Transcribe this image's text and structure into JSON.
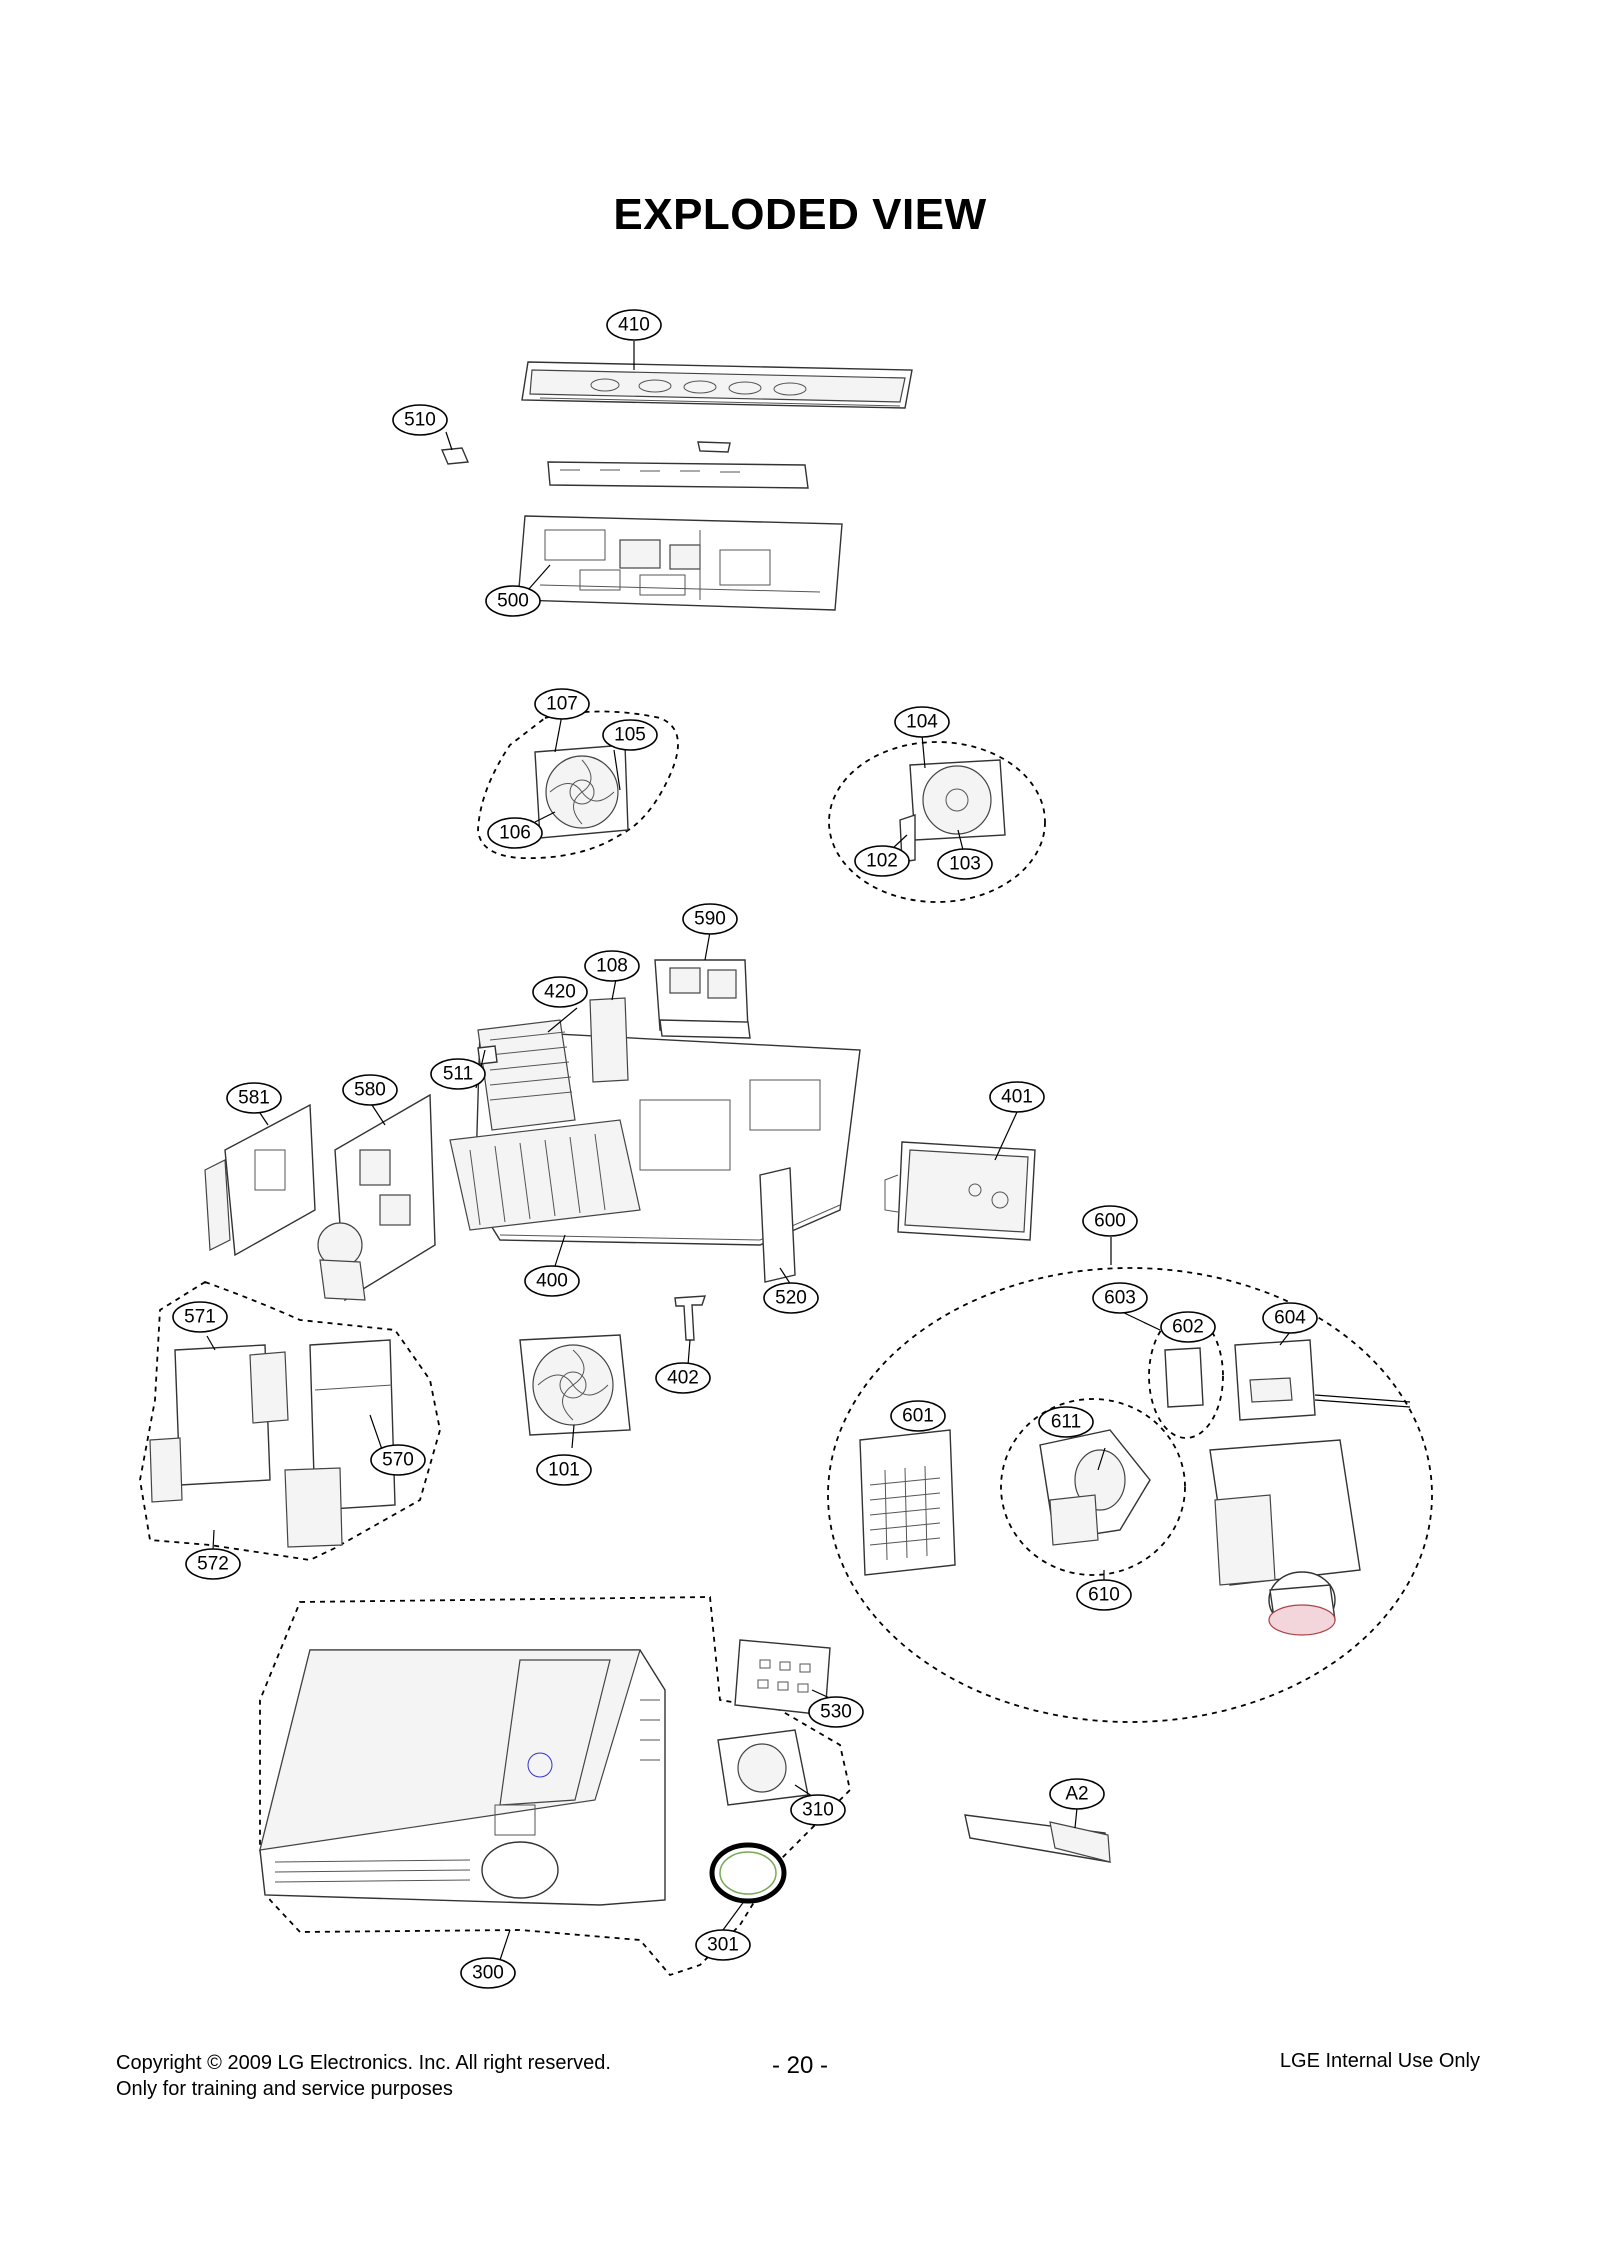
{
  "title": "EXPLODED VIEW",
  "callouts": [
    "410",
    "510",
    "500",
    "107",
    "105",
    "106",
    "104",
    "102",
    "103",
    "590",
    "108",
    "420",
    "511",
    "581",
    "580",
    "401",
    "600",
    "400",
    "520",
    "571",
    "603",
    "602",
    "604",
    "402",
    "570",
    "101",
    "601",
    "611",
    "610",
    "572",
    "530",
    "A2",
    "310",
    "301",
    "300"
  ],
  "footer": {
    "copyright": "Copyright © 2009 LG Electronics. Inc. All right reserved.",
    "purpose": "Only for training and service purposes",
    "page": "- 20 -",
    "internal": "LGE Internal Use Only"
  }
}
